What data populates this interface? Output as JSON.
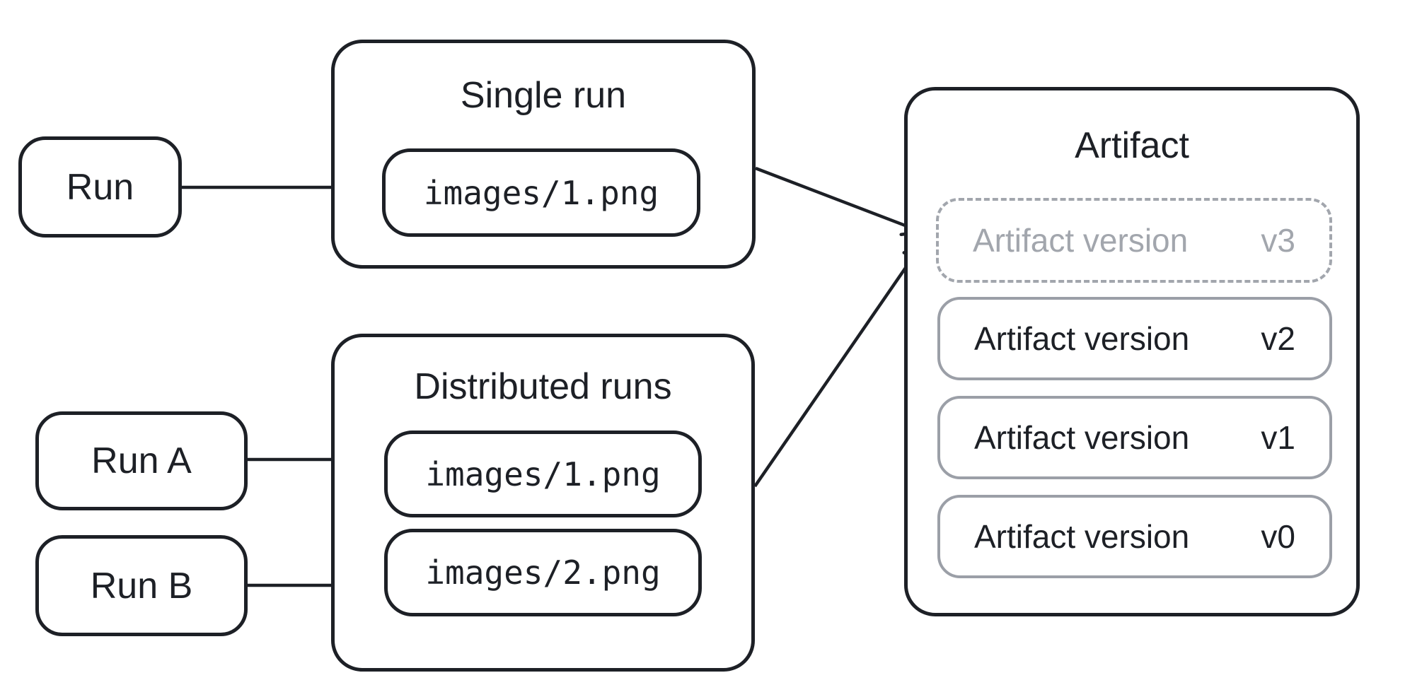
{
  "diagram": {
    "left_nodes": {
      "run": "Run",
      "run_a": "Run A",
      "run_b": "Run B"
    },
    "single_run": {
      "title": "Single run",
      "file": "images/1.png"
    },
    "distributed_runs": {
      "title": "Distributed runs",
      "file_1": "images/1.png",
      "file_2": "images/2.png"
    },
    "artifact": {
      "title": "Artifact",
      "versions": [
        {
          "label": "Artifact version",
          "tag": "v3",
          "state": "pending"
        },
        {
          "label": "Artifact version",
          "tag": "v2",
          "state": "committed"
        },
        {
          "label": "Artifact version",
          "tag": "v1",
          "state": "committed"
        },
        {
          "label": "Artifact version",
          "tag": "v0",
          "state": "committed"
        }
      ]
    },
    "colors": {
      "stroke_dark": "#1d2026",
      "stroke_gray": "#9b9fa7",
      "text_gray": "#a2a6ad",
      "background": "#ffffff"
    }
  }
}
